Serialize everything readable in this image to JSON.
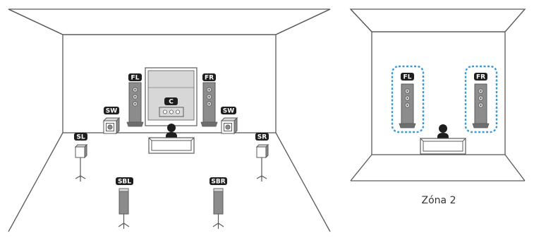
{
  "colors": {
    "line": "#5a5a5a",
    "speaker": "#8c8c8c",
    "speaker_light": "#d9d9d9",
    "tv_screen": "#d7d7d7",
    "label_bg": "#1e1e1e",
    "zone2_highlight": "#3b9ad6"
  },
  "main_room": {
    "labels": {
      "fl": "FL",
      "fr": "FR",
      "c": "C",
      "sw_left": "SW",
      "sw_right": "SW",
      "sl": "SL",
      "sr": "SR",
      "sbl": "SBL",
      "sbr": "SBR"
    }
  },
  "zone2_room": {
    "labels": {
      "fl": "FL",
      "fr": "FR"
    },
    "caption": "Zóna 2"
  }
}
